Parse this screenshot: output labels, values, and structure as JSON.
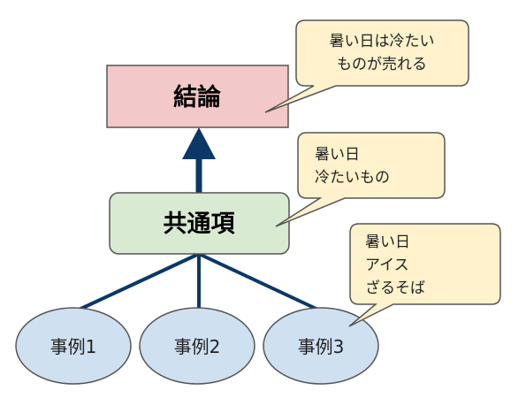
{
  "colors": {
    "conclusion_fill": "#f2c8c8",
    "common_fill": "#d9ead3",
    "case_fill": "#cfe0f1",
    "bubble_fill": "#fff2cc",
    "connector": "#0b3866",
    "stroke": "#555555"
  },
  "conclusion": {
    "label": "結論"
  },
  "common": {
    "label": "共通項"
  },
  "cases": [
    {
      "label": "事例1"
    },
    {
      "label": "事例2"
    },
    {
      "label": "事例3"
    }
  ],
  "callouts": {
    "conclusion": {
      "lines": [
        "暑い日は冷たい",
        "ものが売れる"
      ]
    },
    "common": {
      "lines": [
        "暑い日",
        "冷たいもの"
      ]
    },
    "case3": {
      "lines": [
        "暑い日",
        "アイス",
        "ざるそば"
      ]
    }
  }
}
